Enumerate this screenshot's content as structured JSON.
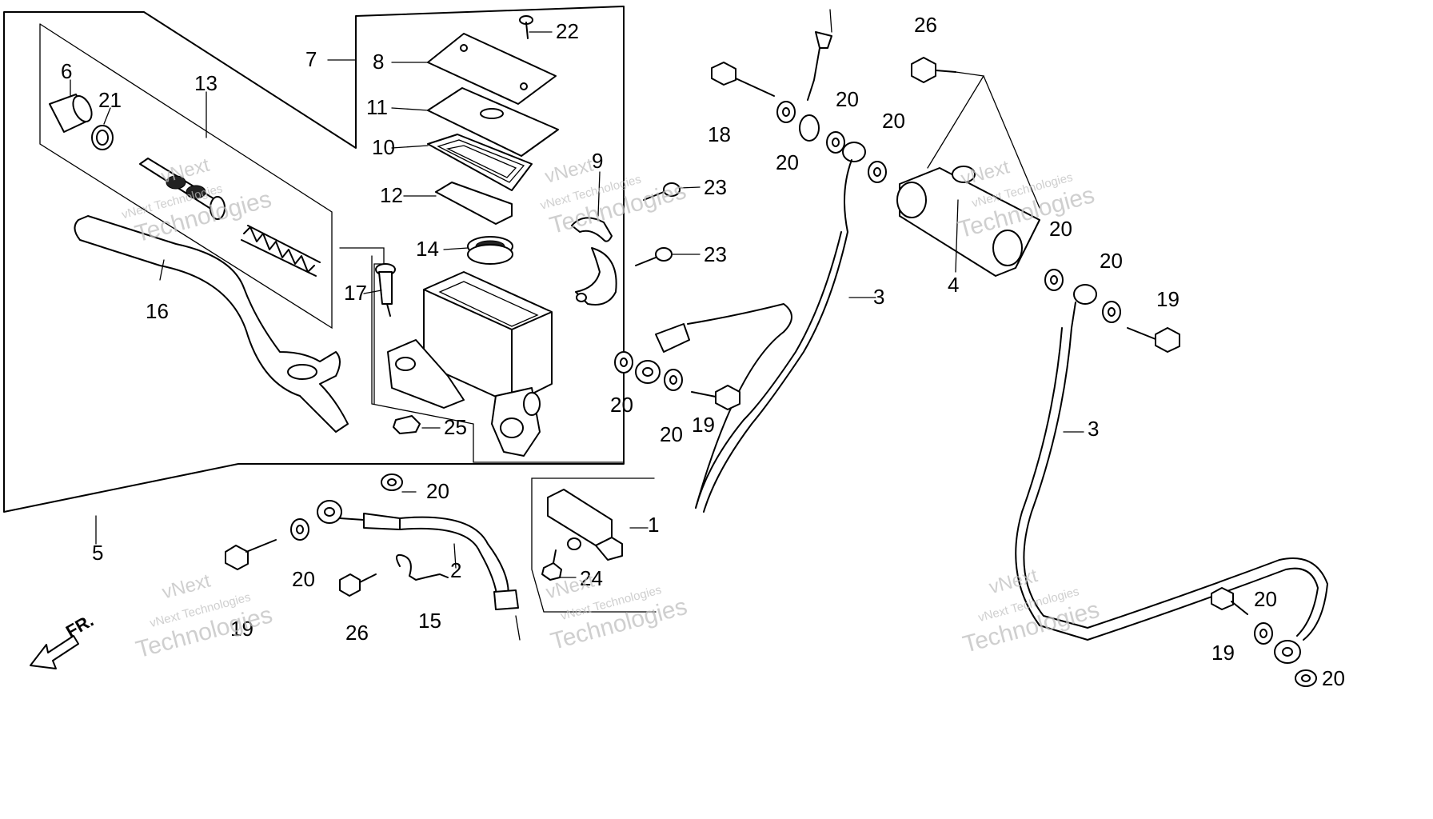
{
  "diagram": {
    "callouts": [
      "1",
      "2",
      "3",
      "3",
      "4",
      "5",
      "6",
      "7",
      "8",
      "9",
      "10",
      "11",
      "12",
      "13",
      "14",
      "15",
      "16",
      "17",
      "18",
      "19",
      "19",
      "19",
      "19",
      "20",
      "20",
      "20",
      "20",
      "20",
      "20",
      "20",
      "20",
      "20",
      "20",
      "20",
      "21",
      "22",
      "23",
      "23",
      "24",
      "25",
      "26",
      "26"
    ],
    "direction_label": "FR.",
    "watermark_line1": "vNext Technologies",
    "watermark_line2": "vNext",
    "watermark_line3": "Technologies"
  }
}
